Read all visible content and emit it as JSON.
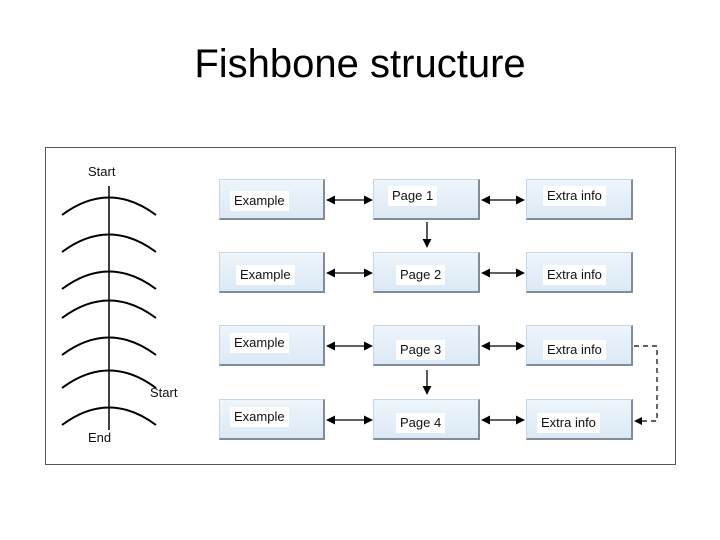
{
  "title": "Fishbone structure",
  "fishbone": {
    "start_top": "Start",
    "start_bottom": "Start",
    "end": "End"
  },
  "rows": [
    {
      "example": "Example",
      "page": "Page 1",
      "extra": "Extra info"
    },
    {
      "example": "Example",
      "page": "Page 2",
      "extra": "Extra info"
    },
    {
      "example": "Example",
      "page": "Page 3",
      "extra": "Extra info"
    },
    {
      "example": "Example",
      "page": "Page 4",
      "extra": "Extra info"
    }
  ]
}
